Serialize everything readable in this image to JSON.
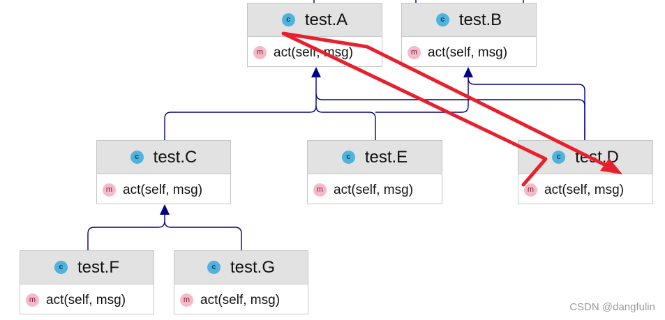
{
  "diagram": {
    "classes": [
      {
        "id": "A",
        "name": "test.A",
        "icon": "class-icon",
        "methods": [
          {
            "icon": "method-icon",
            "signature": "act(self, msg)"
          }
        ]
      },
      {
        "id": "B",
        "name": "test.B",
        "icon": "class-icon",
        "methods": [
          {
            "icon": "method-icon",
            "signature": "act(self, msg)"
          }
        ]
      },
      {
        "id": "C",
        "name": "test.C",
        "icon": "class-icon",
        "methods": [
          {
            "icon": "method-icon",
            "signature": "act(self, msg)"
          }
        ]
      },
      {
        "id": "E",
        "name": "test.E",
        "icon": "class-icon",
        "methods": [
          {
            "icon": "method-icon",
            "signature": "act(self, msg)"
          }
        ]
      },
      {
        "id": "D",
        "name": "test.D",
        "icon": "class-icon",
        "methods": [
          {
            "icon": "method-icon",
            "signature": "act(self, msg)"
          }
        ]
      },
      {
        "id": "F",
        "name": "test.F",
        "icon": "class-icon",
        "methods": [
          {
            "icon": "method-icon",
            "signature": "act(self, msg)"
          }
        ]
      },
      {
        "id": "G",
        "name": "test.G",
        "icon": "class-icon",
        "methods": [
          {
            "icon": "method-icon",
            "signature": "act(self, msg)"
          }
        ]
      }
    ],
    "class_badge_letter": "c",
    "method_badge_letter": "m",
    "inheritance": [
      {
        "child": "C",
        "parent": "A"
      },
      {
        "child": "E",
        "parent": "A"
      },
      {
        "child": "D",
        "parent": "A"
      },
      {
        "child": "D",
        "parent": "B"
      },
      {
        "child": "F",
        "parent": "C"
      },
      {
        "child": "G",
        "parent": "C"
      }
    ],
    "colors": {
      "edge": "#000080",
      "annotation": "#e8202e",
      "header": "#e2e2e2"
    }
  },
  "watermark": "CSDN @dangfulin"
}
